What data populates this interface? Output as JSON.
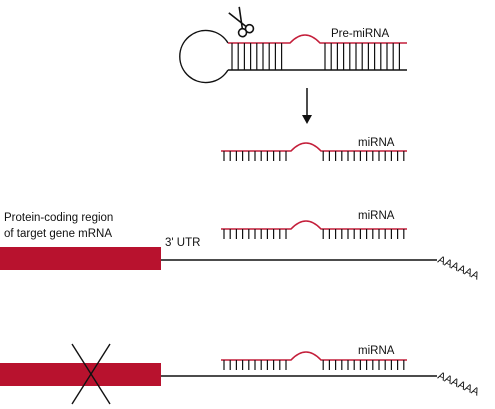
{
  "labels": {
    "pre_mirna": "Pre-miRNA",
    "mirna_processed": "miRNA",
    "mirna_binding": "miRNA",
    "mirna_blocked": "miRNA",
    "coding_region_line1": "Protein-coding region",
    "coding_region_line2": "of target gene mRNA",
    "utr": "3' UTR",
    "poly_a_tail": "AAAAAA"
  },
  "colors": {
    "mirna_strand": "#c41e3a",
    "coding_region": "#b8122e",
    "line": "#111111"
  },
  "icons": {
    "cleavage": "scissors-icon",
    "flow": "arrow-down-icon",
    "block": "x-cross-icon"
  }
}
